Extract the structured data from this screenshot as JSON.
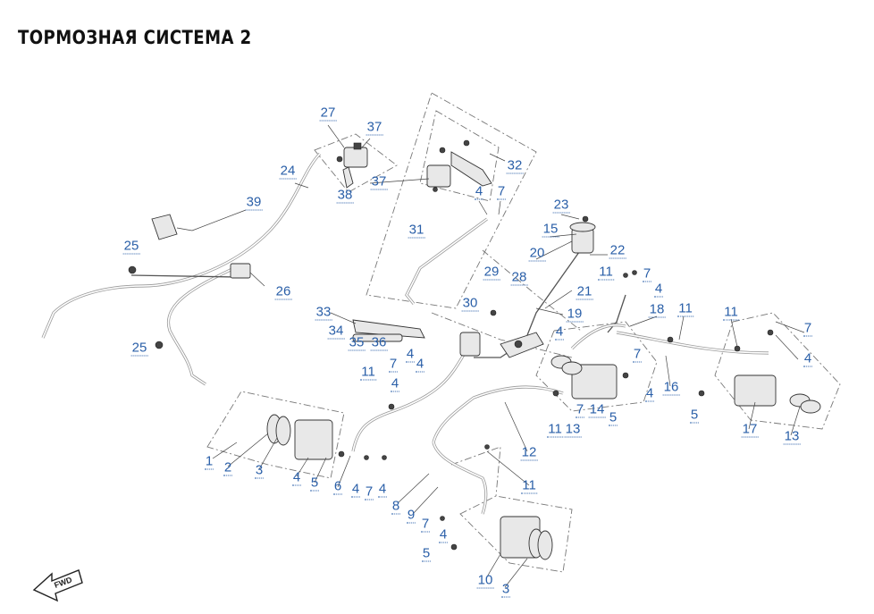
{
  "title": "ТОРМОЗНАЯ СИСТЕМА 2",
  "fwd_label": "FWD",
  "callouts": [
    {
      "id": "c27",
      "text": "27"
    },
    {
      "id": "c37a",
      "text": "37"
    },
    {
      "id": "c24",
      "text": "24"
    },
    {
      "id": "c32",
      "text": "32"
    },
    {
      "id": "c37b",
      "text": "37"
    },
    {
      "id": "c38",
      "text": "38"
    },
    {
      "id": "c4a",
      "text": "4"
    },
    {
      "id": "c7a",
      "text": "7"
    },
    {
      "id": "c39",
      "text": "39"
    },
    {
      "id": "c23",
      "text": "23"
    },
    {
      "id": "c31",
      "text": "31"
    },
    {
      "id": "c15",
      "text": "15"
    },
    {
      "id": "c22",
      "text": "22"
    },
    {
      "id": "c25a",
      "text": "25"
    },
    {
      "id": "c20",
      "text": "20"
    },
    {
      "id": "c29",
      "text": "29"
    },
    {
      "id": "c28",
      "text": "28"
    },
    {
      "id": "c11a",
      "text": "11"
    },
    {
      "id": "c7b",
      "text": "7"
    },
    {
      "id": "c26",
      "text": "26"
    },
    {
      "id": "c21",
      "text": "21"
    },
    {
      "id": "c4b",
      "text": "4"
    },
    {
      "id": "c30",
      "text": "30"
    },
    {
      "id": "c19",
      "text": "19"
    },
    {
      "id": "c18",
      "text": "18"
    },
    {
      "id": "c11b",
      "text": "11"
    },
    {
      "id": "c11c",
      "text": "11"
    },
    {
      "id": "c33",
      "text": "33"
    },
    {
      "id": "c7c",
      "text": "7"
    },
    {
      "id": "c34",
      "text": "34"
    },
    {
      "id": "c35",
      "text": "35"
    },
    {
      "id": "c36",
      "text": "36"
    },
    {
      "id": "c4c",
      "text": "4"
    },
    {
      "id": "c25b",
      "text": "25"
    },
    {
      "id": "c4d",
      "text": "4"
    },
    {
      "id": "c7d",
      "text": "7"
    },
    {
      "id": "c4e",
      "text": "4"
    },
    {
      "id": "c7e",
      "text": "7"
    },
    {
      "id": "c11d",
      "text": "11"
    },
    {
      "id": "c4f",
      "text": "4"
    },
    {
      "id": "c16",
      "text": "16"
    },
    {
      "id": "c4g",
      "text": "4"
    },
    {
      "id": "c4h",
      "text": "4"
    },
    {
      "id": "c7f",
      "text": "7"
    },
    {
      "id": "c14",
      "text": "14"
    },
    {
      "id": "c5a",
      "text": "5"
    },
    {
      "id": "c5b",
      "text": "5"
    },
    {
      "id": "c11e",
      "text": "11"
    },
    {
      "id": "c13a",
      "text": "13"
    },
    {
      "id": "c17",
      "text": "17"
    },
    {
      "id": "c13b",
      "text": "13"
    },
    {
      "id": "c12",
      "text": "12"
    },
    {
      "id": "c1",
      "text": "1"
    },
    {
      "id": "c2",
      "text": "2"
    },
    {
      "id": "c3a",
      "text": "3"
    },
    {
      "id": "c4i",
      "text": "4"
    },
    {
      "id": "c5c",
      "text": "5"
    },
    {
      "id": "c6",
      "text": "6"
    },
    {
      "id": "c4j",
      "text": "4"
    },
    {
      "id": "c7g",
      "text": "7"
    },
    {
      "id": "c4k",
      "text": "4"
    },
    {
      "id": "c11f",
      "text": "11"
    },
    {
      "id": "c8",
      "text": "8"
    },
    {
      "id": "c9",
      "text": "9"
    },
    {
      "id": "c7h",
      "text": "7"
    },
    {
      "id": "c4l",
      "text": "4"
    },
    {
      "id": "c5d",
      "text": "5"
    },
    {
      "id": "c10",
      "text": "10"
    },
    {
      "id": "c3b",
      "text": "3"
    }
  ]
}
